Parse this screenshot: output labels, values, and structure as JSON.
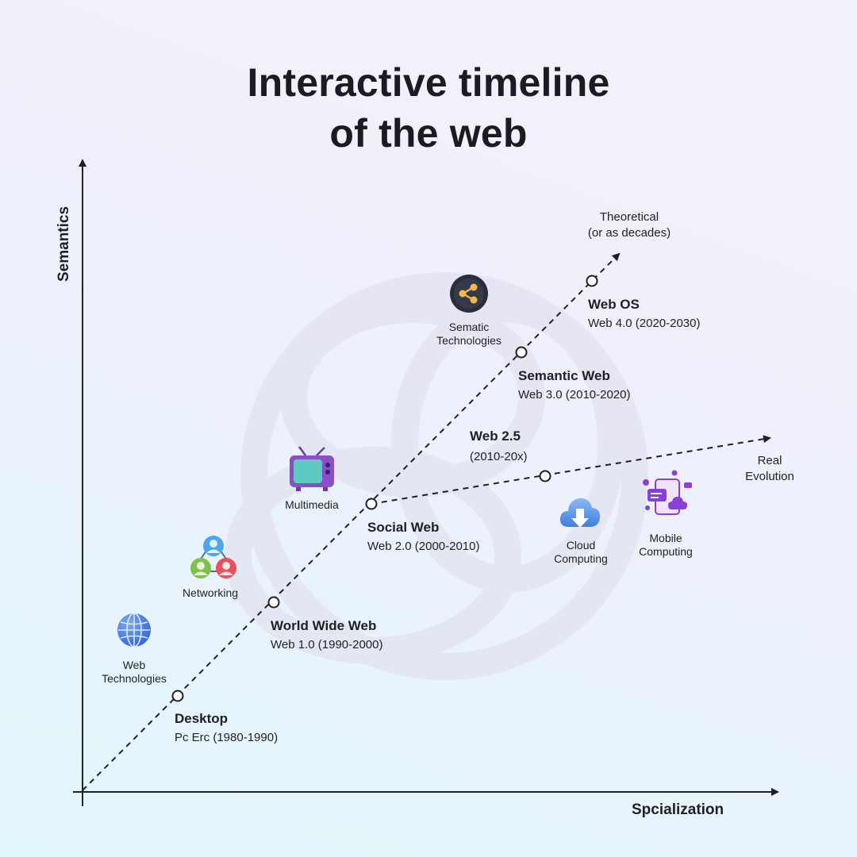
{
  "title_line1": "Interactive timeline",
  "title_line2": "of the web",
  "axis": {
    "y_label": "Semantics",
    "x_label": "Spcialization"
  },
  "stages": [
    {
      "title": "Desktop",
      "subtitle": "Pc Erc (1980-1990)"
    },
    {
      "title": "World Wide Web",
      "subtitle": "Web 1.0 (1990-2000)"
    },
    {
      "title": "Social Web",
      "subtitle": "Web 2.0 (2000-2010)"
    },
    {
      "title": "Semantic Web",
      "subtitle": "Web 3.0 (2010-2020)"
    },
    {
      "title": "Web OS",
      "subtitle": "Web 4.0 (2020-2030)"
    },
    {
      "title": "Web 2.5",
      "subtitle": "(2010-20x)"
    }
  ],
  "categories": {
    "web_technologies": {
      "line1": "Web",
      "line2": "Technologies",
      "icon": "globe-icon"
    },
    "networking": {
      "line1": "Networking",
      "icon": "people-network-icon"
    },
    "multimedia": {
      "line1": "Multimedia",
      "icon": "tv-icon"
    },
    "semantic_technologies": {
      "line1": "Sematic",
      "line2": "Technologies",
      "icon": "share-icon"
    },
    "cloud_computing": {
      "line1": "Cloud",
      "line2": "Computing",
      "icon": "cloud-download-icon"
    },
    "mobile_computing": {
      "line1": "Mobile",
      "line2": "Computing",
      "icon": "mobile-chat-icon"
    }
  },
  "trajectories": {
    "theoretical": {
      "line1": "Theoretical",
      "line2": "(or as decades)"
    },
    "real": {
      "line1": "Real",
      "line2": "Evolution"
    }
  },
  "colors": {
    "line": "#1f1f24",
    "globe": "#2f62d6",
    "people_blue": "#4ea6e8",
    "people_green": "#7dc24a",
    "people_red": "#e8505b",
    "tv": "#8a4fc8",
    "tv_screen": "#5fc9c4",
    "share_dark": "#2b2d3c",
    "share_gold": "#f2b84b",
    "cloud": "#4f8fe8",
    "mobile": "#8b3fd9"
  }
}
